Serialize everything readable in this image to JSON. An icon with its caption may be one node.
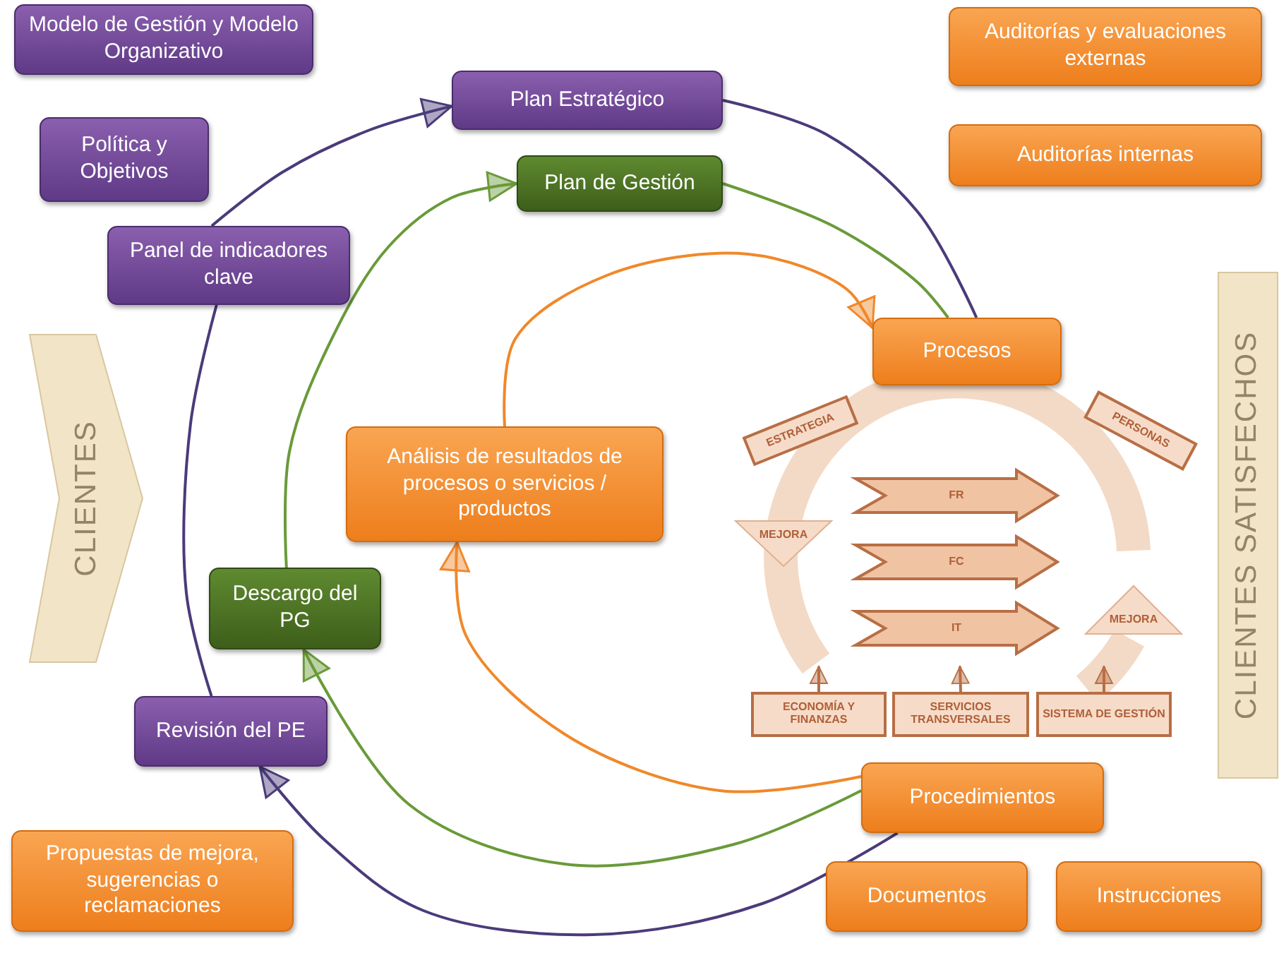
{
  "diagram": {
    "nodes": [
      {
        "text": [
          "Modelo de Gestión y Modelo Organizativo"
        ]
      },
      {
        "text": [
          "Política y Objetivos"
        ]
      },
      {
        "text": [
          "Plan Estratégico"
        ]
      },
      {
        "text": [
          "Plan de Gestión"
        ]
      },
      {
        "text": [
          "Panel de indicadores clave"
        ]
      },
      {
        "text": [
          "Auditorías y evaluaciones externas"
        ]
      },
      {
        "text": [
          "Auditorías internas"
        ]
      },
      {
        "text": [
          "Procesos"
        ]
      },
      {
        "text": [
          "Análisis de resultados de procesos o servicios / productos"
        ]
      },
      {
        "text": [
          "CLIENTES"
        ]
      },
      {
        "text": [
          "CLIENTES SATISFECHOS"
        ]
      },
      {
        "text": [
          "Descargo del PG"
        ]
      },
      {
        "text": [
          "Revisión del PE"
        ]
      },
      {
        "text": [
          "Procedimientos"
        ]
      },
      {
        "text": [
          "Propuestas de mejora, sugerencias o reclamaciones"
        ]
      },
      {
        "text": [
          "Documentos"
        ]
      },
      {
        "text": [
          "Instrucciones"
        ]
      },
      {
        "text": [
          "ESTRATEGIA"
        ]
      },
      {
        "text": [
          "PERSONAS"
        ]
      },
      {
        "text": [
          "MEJORA"
        ]
      },
      {
        "text": [
          "FR"
        ]
      },
      {
        "text": [
          "FC"
        ]
      },
      {
        "text": [
          "IT"
        ]
      },
      {
        "text": [
          "MEJORA"
        ]
      },
      {
        "text": [
          "ECONOMÍA Y FINANZAS"
        ]
      },
      {
        "text": [
          "SERVICIOS TRANSVERSALES"
        ]
      },
      {
        "text": [
          "SISTEMA DE GESTIÓN"
        ]
      }
    ],
    "edges": [
      {
        "from": 4,
        "to": 2,
        "arrow": "to"
      },
      {
        "from": 2,
        "to": 7,
        "arrow": "none"
      },
      {
        "from": 13,
        "to": 12,
        "arrow": "to"
      },
      {
        "from": 12,
        "to": 4,
        "arrow": "none"
      },
      {
        "from": 3,
        "to": 7,
        "arrow": "none",
        "color": "#6a9a3a"
      },
      {
        "from": 13,
        "to": 11,
        "arrow": "to",
        "color": "#6a9a3a"
      },
      {
        "from": 11,
        "to": 3,
        "arrow": "to",
        "color": "#6a9a3a"
      },
      {
        "from": 8,
        "to": 7,
        "arrow": "to",
        "color": "#f0882a"
      },
      {
        "from": 13,
        "to": 8,
        "arrow": "to",
        "color": "#f0882a"
      },
      {
        "from": 24,
        "to": null,
        "arrow": "to",
        "color": "#b86e45"
      },
      {
        "from": 25,
        "to": null,
        "arrow": "to",
        "color": "#b86e45"
      },
      {
        "from": 26,
        "to": null,
        "arrow": "to",
        "color": "#b86e45"
      }
    ]
  }
}
